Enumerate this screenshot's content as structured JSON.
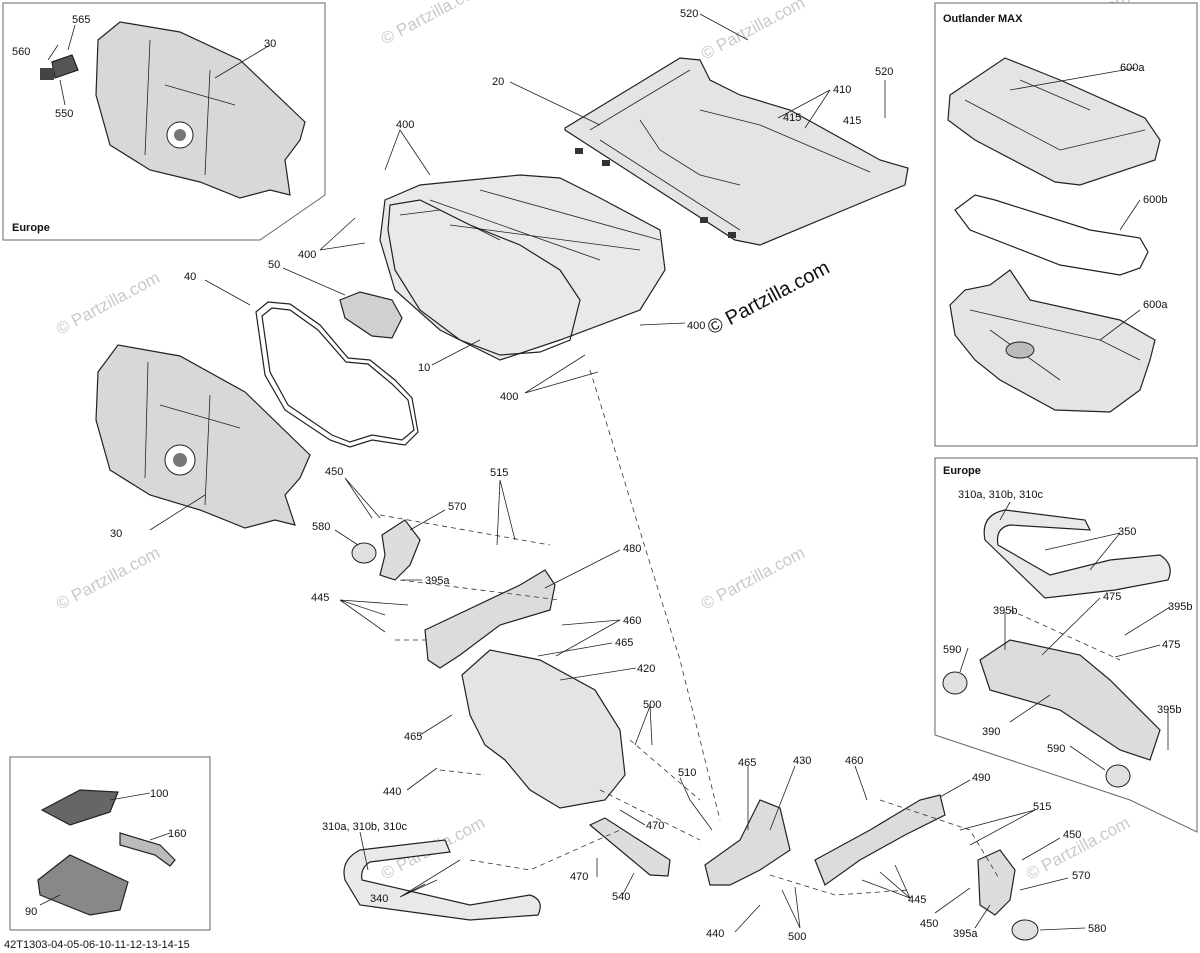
{
  "diagram": {
    "watermark": "© Partzilla.com",
    "footer_code": "42T1303-04-05-06-10-11-12-13-14-15",
    "insets": {
      "europe_top": "Europe",
      "outlander_max": "Outlander MAX",
      "europe_right": "Europe"
    },
    "callouts": {
      "c565": "565",
      "c560": "560",
      "c550": "550",
      "c30a": "30",
      "c520a": "520",
      "c520b": "520",
      "c20": "20",
      "c410": "410",
      "c415a": "415",
      "c415b": "415",
      "c400a": "400",
      "c400b": "400",
      "c400c": "400",
      "c400d": "400",
      "c50": "50",
      "c40": "40",
      "c10": "10",
      "c30b": "30",
      "c600a1": "600a",
      "c600b": "600b",
      "c600a2": "600a",
      "c450a": "450",
      "c570a": "570",
      "c580a": "580",
      "c395a1": "395a",
      "c515a": "515",
      "c480": "480",
      "c445a": "445",
      "c460a": "460",
      "c465a": "465",
      "c420": "420",
      "c465b": "465",
      "c500a": "500",
      "c440a": "440",
      "c510": "510",
      "c470a": "470",
      "c465c": "465",
      "c430": "430",
      "c460b": "460",
      "c490": "490",
      "c310a": "310a, 310b, 310c",
      "c340": "340",
      "c470b": "470",
      "c540": "540",
      "c440b": "440",
      "c500b": "500",
      "c445b": "445",
      "c515b": "515",
      "c450b": "450",
      "c570b": "570",
      "c450c": "450",
      "c395a2": "395a",
      "c580b": "580",
      "c100": "100",
      "c160": "160",
      "c90": "90",
      "c310b": "310a, 310b, 310c",
      "c350": "350",
      "c395b1": "395b",
      "c475a": "475",
      "c395b2": "395b",
      "c590a": "590",
      "c475b": "475",
      "c395b3": "395b",
      "c390": "390",
      "c590b": "590"
    }
  }
}
